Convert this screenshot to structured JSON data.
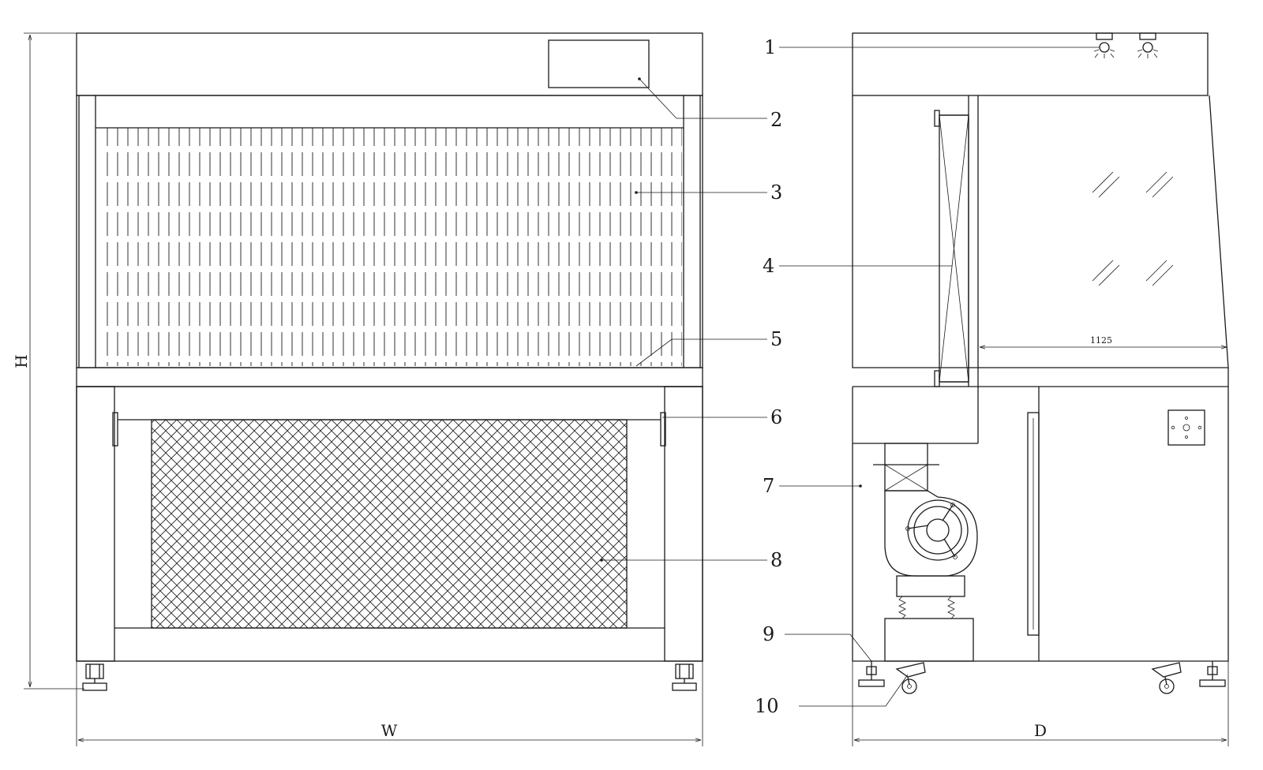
{
  "dimensions": {
    "width_label": "W",
    "height_label": "H",
    "depth_label": "D",
    "clearance_value": "1125"
  },
  "callouts": [
    {
      "number": "1"
    },
    {
      "number": "2"
    },
    {
      "number": "3"
    },
    {
      "number": "4"
    },
    {
      "number": "5"
    },
    {
      "number": "6"
    },
    {
      "number": "7"
    },
    {
      "number": "8"
    },
    {
      "number": "9"
    },
    {
      "number": "10"
    }
  ]
}
